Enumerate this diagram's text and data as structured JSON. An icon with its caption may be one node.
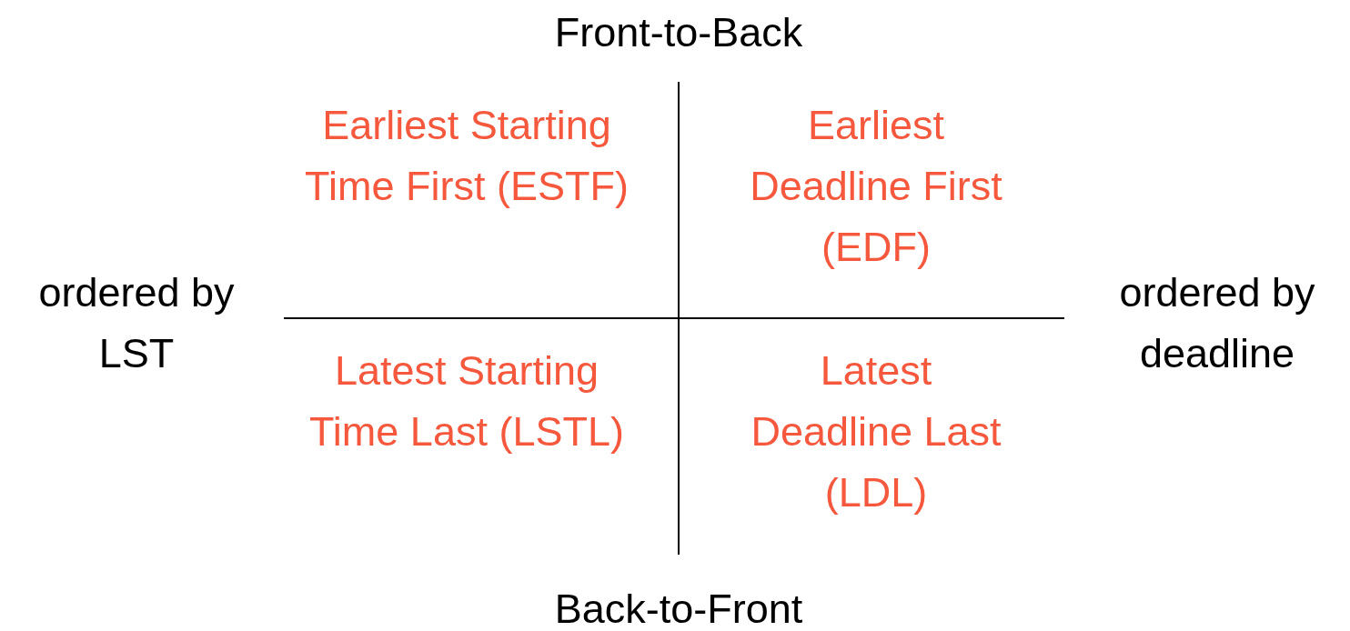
{
  "diagram": {
    "labels": [
      "Front-to-Back",
      "Earliest Starting Time First (ESTF)",
      "Earliest Deadline First (EDF)",
      "ordered by LST",
      "ordered by deadline",
      "Latest Starting Time Last (LSTL)",
      "Latest Deadline Last (LDL)",
      "Back-to-Front"
    ]
  }
}
